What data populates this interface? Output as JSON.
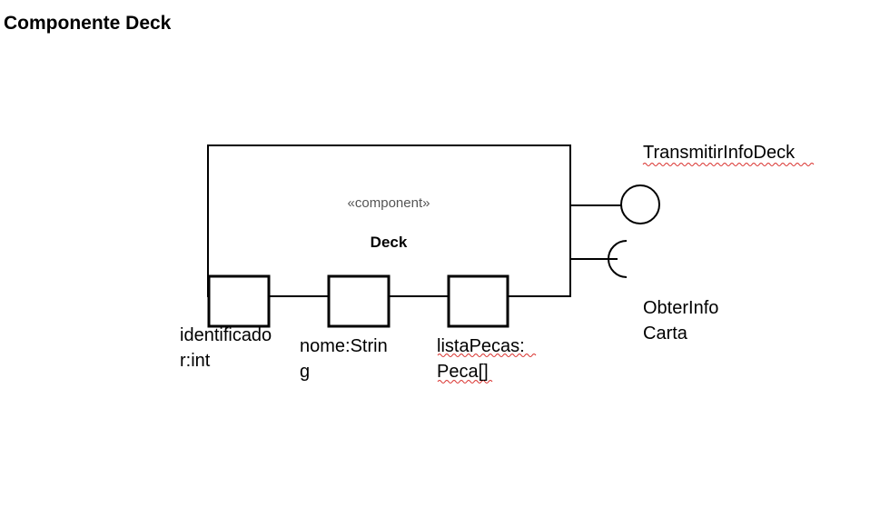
{
  "page": {
    "title": "Componente Deck"
  },
  "component": {
    "stereotype": "«component»",
    "name": "Deck"
  },
  "interfaces": {
    "provided": {
      "name": "TransmitirInfoDeck"
    },
    "required": {
      "line1": "ObterInfo",
      "line2": "Carta"
    }
  },
  "ports": [
    {
      "line1": "identificado",
      "line2": "r:int"
    },
    {
      "line1": "nome:Strin",
      "line2": "g"
    },
    {
      "line1": "listaPecas:",
      "line2": "Peca[]"
    }
  ],
  "colors": {
    "stroke": "#000000",
    "stereotype_text": "#555555",
    "spellcheck": "#d9302c"
  }
}
